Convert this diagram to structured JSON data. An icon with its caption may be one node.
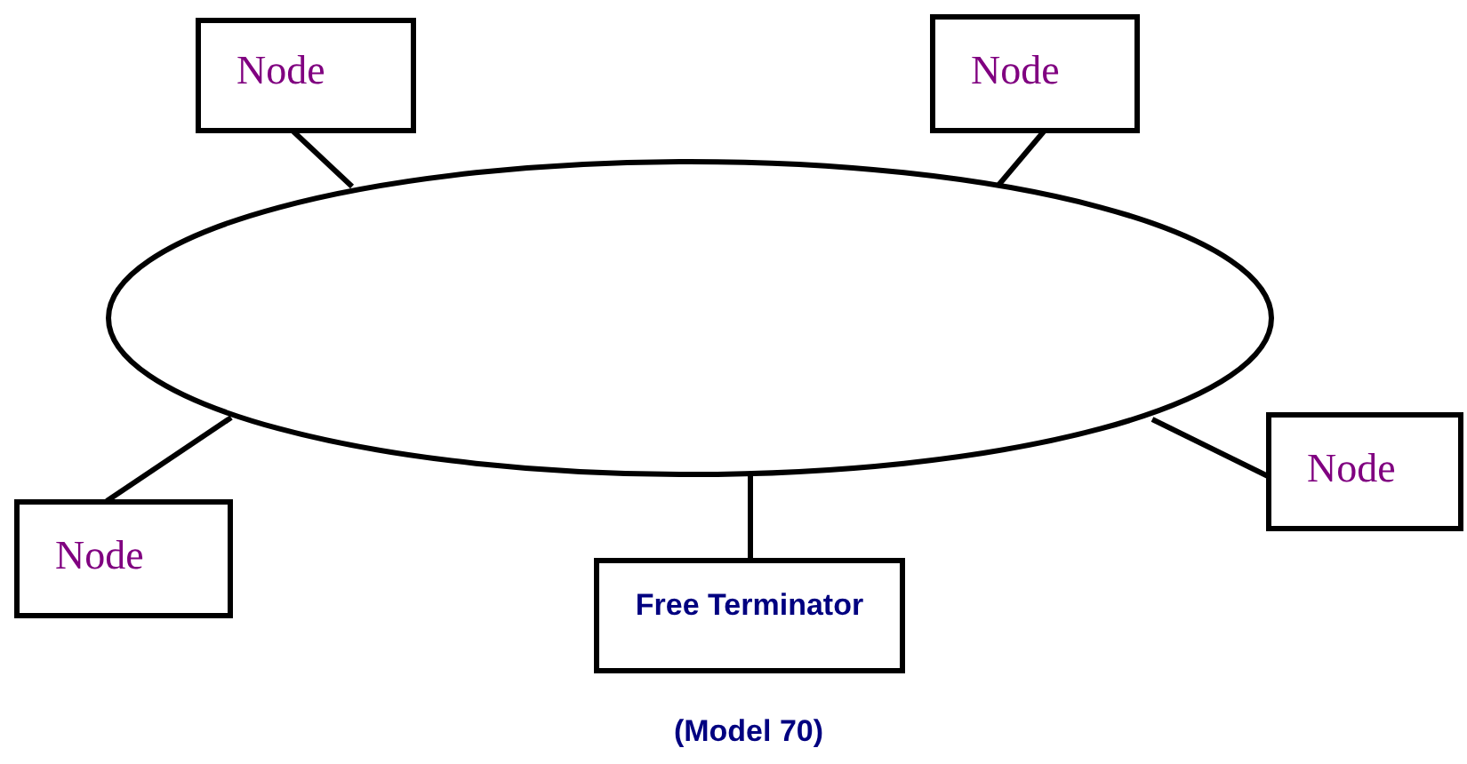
{
  "diagram": {
    "caption": "(Model 70)",
    "nodes": [
      {
        "text": [],
        "shape": "ellipse"
      },
      {
        "text": [
          "Node"
        ]
      },
      {
        "text": [
          "Node"
        ]
      },
      {
        "text": [
          "Node"
        ]
      },
      {
        "text": [
          "Node"
        ]
      },
      {
        "text": [
          "Free Terminator"
        ]
      }
    ],
    "edges": [
      {
        "from": 1,
        "to": 0,
        "arrow": "none"
      },
      {
        "from": 2,
        "to": 0,
        "arrow": "none"
      },
      {
        "from": 4,
        "to": 0,
        "arrow": "none"
      },
      {
        "from": 5,
        "to": 0,
        "arrow": "none"
      },
      {
        "from": 3,
        "to": 0,
        "arrow": "none"
      }
    ]
  }
}
